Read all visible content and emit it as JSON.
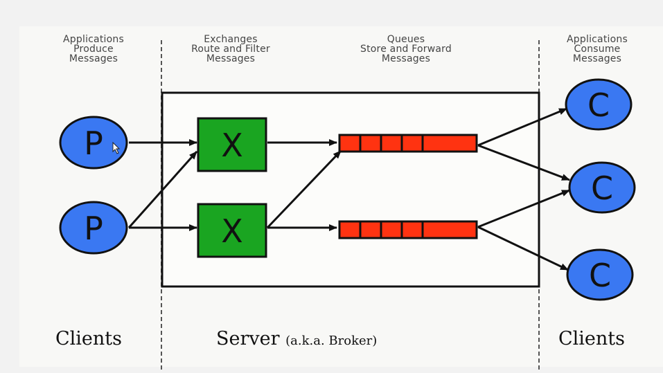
{
  "headers": {
    "producers": [
      "Applications",
      "Produce",
      "Messages"
    ],
    "exchanges": [
      "Exchanges",
      "Route and Filter",
      "Messages"
    ],
    "queues": [
      "Queues",
      "Store and Forward",
      "Messages"
    ],
    "consumers": [
      "Applications",
      "Consume",
      "Messages"
    ]
  },
  "footer": {
    "left_clients": "Clients",
    "server": "Server",
    "server_aka": "(a.k.a. Broker)",
    "right_clients": "Clients"
  },
  "nodes": {
    "producer_letter": "P",
    "exchange_letter": "X",
    "consumer_letter": "C"
  },
  "colors": {
    "producer": "#3a78f2",
    "consumer": "#3a78f2",
    "exchange": "#1aa521",
    "queue": "#ff3311",
    "outline": "#111111"
  }
}
